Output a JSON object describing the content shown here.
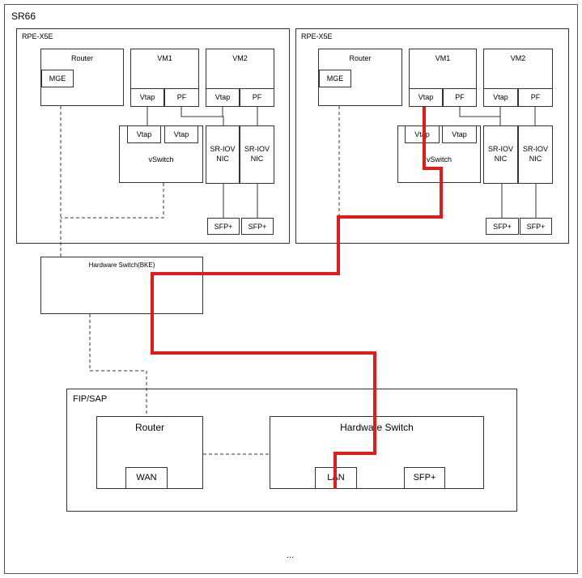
{
  "outer_title": "SR66",
  "server_left": {
    "title": "RPE-X5E",
    "router": "Router",
    "mge": "MGE",
    "vm1": "VM1",
    "vm2": "VM2",
    "vm1_vtap": "Vtap",
    "vm1_pf": "PF",
    "vm2_vtap": "Vtap",
    "vm2_pf": "PF",
    "vswitch_vtap1": "Vtap",
    "vswitch_vtap2": "Vtap",
    "vswitch": "vSwitch",
    "sriov1": "SR-IOV\nNIC",
    "sriov2": "SR-IOV\nNIC",
    "sfp1": "SFP+",
    "sfp2": "SFP+"
  },
  "server_right": {
    "title": "RPE-X5E",
    "router": "Router",
    "mge": "MGE",
    "vm1": "VM1",
    "vm2": "VM2",
    "vm1_vtap": "Vtap",
    "vm1_pf": "PF",
    "vm2_vtap": "Vtap",
    "vm2_pf": "PF",
    "vswitch_vtap1": "Vtap",
    "vswitch_vtap2": "Vtap",
    "vswitch": "vSwitch",
    "sriov1": "SR-IOV\nNIC",
    "sriov2": "SR-IOV\nNIC",
    "sfp1": "SFP+",
    "sfp2": "SFP+"
  },
  "hw_switch_bke": "Hardware Switch(BKE)",
  "fip": {
    "title": "FIP/SAP",
    "router": "Router",
    "wan": "WAN",
    "hw_switch": "Hardware Switch",
    "lan": "LAN",
    "sfp": "SFP+"
  },
  "footer_ellipsis": "...",
  "colors": {
    "highlight_path": "#e31b1b",
    "border": "#333333"
  }
}
